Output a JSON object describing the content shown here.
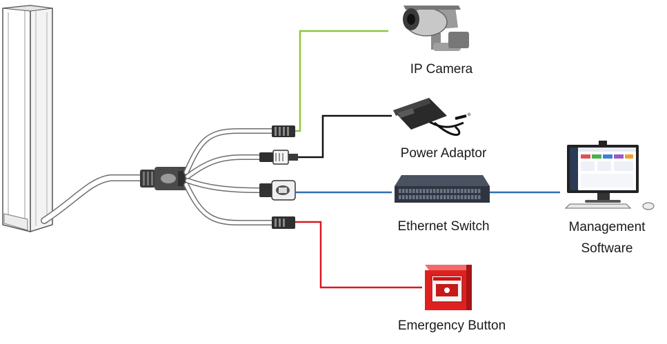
{
  "devices": {
    "ip_camera": "IP Camera",
    "power_adaptor": "Power Adaptor",
    "ethernet_switch": "Ethernet Switch",
    "management_software_line1": "Management",
    "management_software_line2": "Software",
    "emergency_button": "Emergency Button"
  },
  "cable_colors": {
    "camera_line": "#8dc63f",
    "power_line": "#111111",
    "network_line": "#2f6db5",
    "emergency_line": "#d7191f"
  }
}
